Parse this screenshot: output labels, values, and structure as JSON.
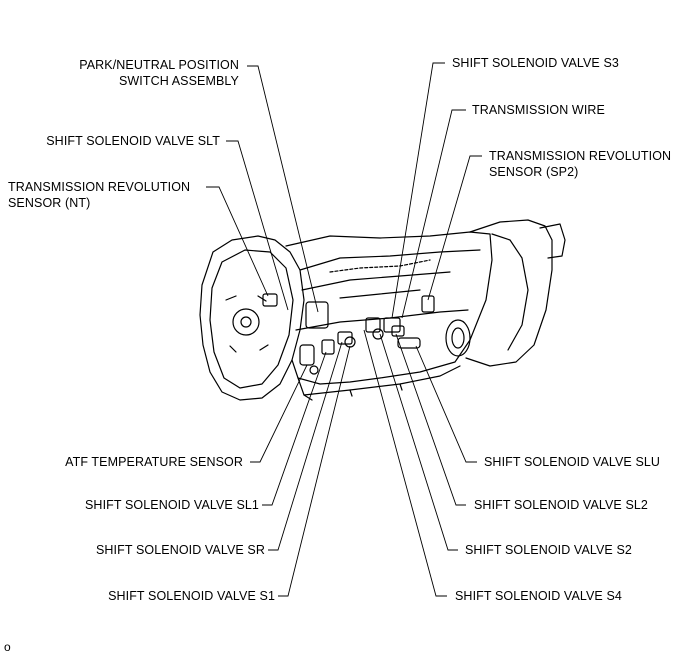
{
  "labels": {
    "park_neutral": "PARK/NEUTRAL POSITION\nSWITCH ASSEMBLY",
    "shift_slt": "SHIFT SOLENOID VALVE SLT",
    "trans_rev_nt": "TRANSMISSION REVOLUTION\nSENSOR (NT)",
    "shift_s3": "SHIFT SOLENOID VALVE S3",
    "trans_wire": "TRANSMISSION WIRE",
    "trans_rev_sp2": "TRANSMISSION REVOLUTION\nSENSOR (SP2)",
    "atf_temp": "ATF TEMPERATURE SENSOR",
    "shift_sl1": "SHIFT SOLENOID VALVE SL1",
    "shift_sr": "SHIFT SOLENOID VALVE SR",
    "shift_s1": "SHIFT SOLENOID VALVE S1",
    "shift_slu": "SHIFT SOLENOID VALVE SLU",
    "shift_sl2": "SHIFT SOLENOID VALVE SL2",
    "shift_s2": "SHIFT SOLENOID VALVE S2",
    "shift_s4": "SHIFT SOLENOID VALVE S4"
  },
  "footer_code": "o"
}
